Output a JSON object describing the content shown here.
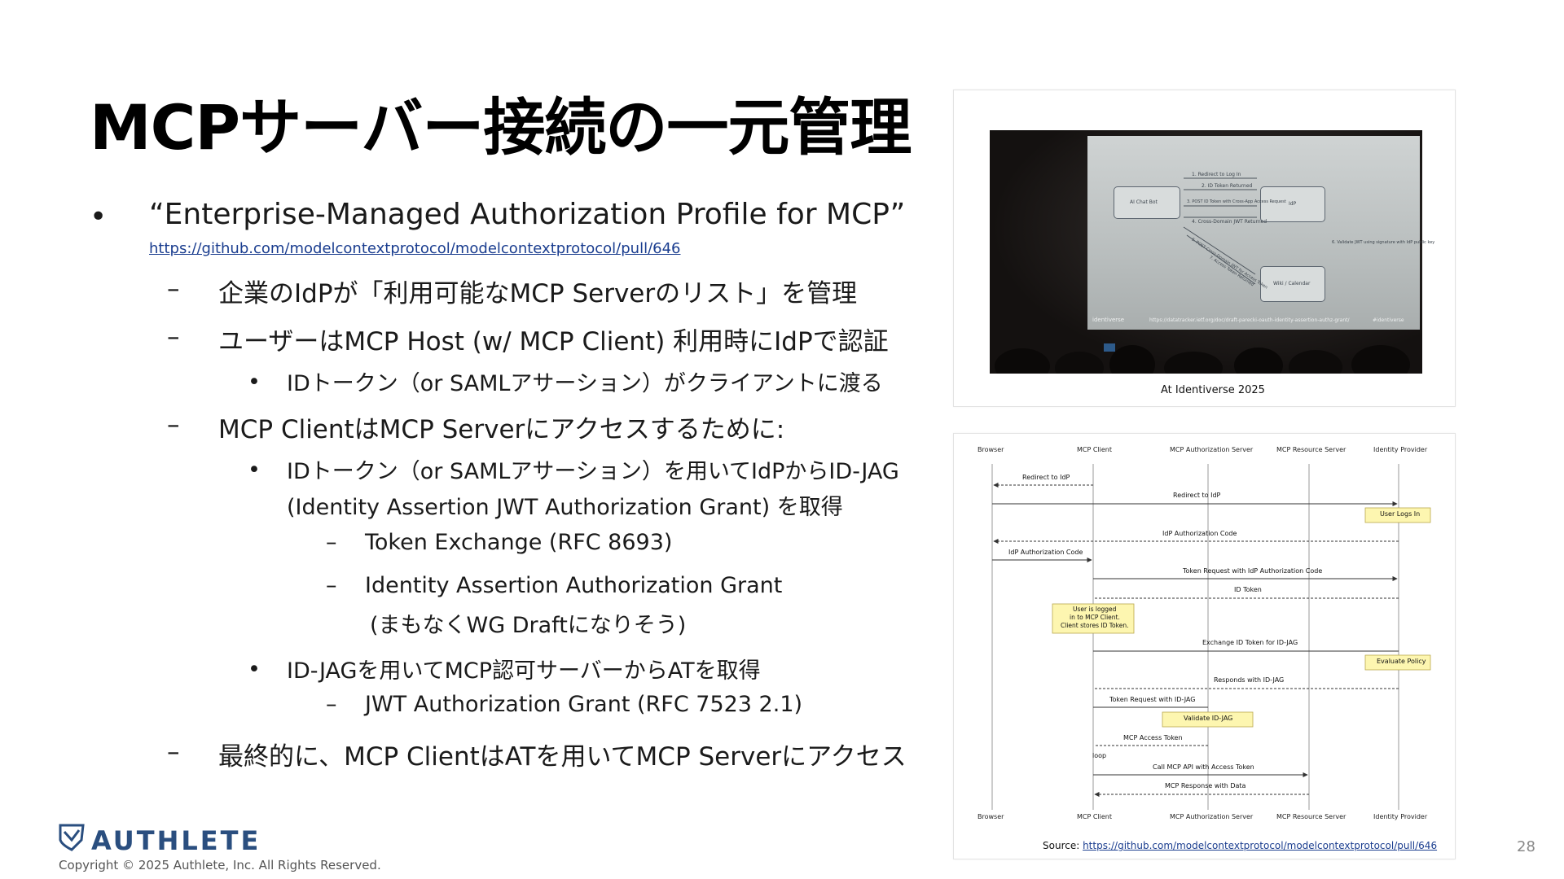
{
  "slide": {
    "title": "MCPサーバー接続の一元管理",
    "page_number": "28",
    "copyright": "Copyright © 2025 Authlete, Inc. All Rights Reserved.",
    "logo_text": "AUTHLETE",
    "markers": {
      "l1": "•",
      "l2": "–",
      "l3": "•",
      "l4": "–"
    }
  },
  "bullets": {
    "b1": "“Enterprise-Managed Authorization Profile for MCP”",
    "b1_link": "https://github.com/modelcontextprotocol/modelcontextprotocol/pull/646",
    "b2": "企業のIdPが「利用可能なMCP Serverのリスト」を管理",
    "b3": "ユーザーはMCP Host (w/ MCP Client) 利用時にIdPで認証",
    "b4": "IDトークン（or SAMLアサーション）がクライアントに渡る",
    "b5": "MCP ClientはMCP Serverにアクセスするために:",
    "b6_line1": "IDトークン（or SAMLアサーション）を用いてIdPからID-JAG",
    "b6_line2": "(Identity Assertion JWT Authorization Grant) を取得",
    "b7": "Token Exchange (RFC 8693)",
    "b8_line1": "Identity Assertion Authorization Grant",
    "b8_line2": "(まもなくWG Draftになりそう)",
    "b9": "ID-JAGを用いてMCP認可サーバーからATを取得",
    "b10": "JWT Authorization Grant (RFC 7523 2.1)",
    "b11": "最終的に、MCP ClientはATを用いてMCP Serverにアクセス"
  },
  "photo": {
    "caption": "At Identiverse 2025",
    "screen": {
      "box_ai": "AI Chat Bot",
      "box_idp": "IdP",
      "box_wiki": "Wiki / Calendar",
      "step1": "1. Redirect to Log In",
      "step2": "2. ID Token Returned",
      "step3": "3. POST ID Token with Cross-App Access Request",
      "step4": "4. Cross-Domain JWT Returned",
      "step5": "5. POST Cross-Domain JWT for Access Token",
      "step6": "6. Validate JWT using signature with IdP public key",
      "step7": "7. Access Token Returned",
      "url": "https://datatracker.ietf.org/doc/draft-parecki-oauth-identity-assertion-authz-grant/",
      "brand": "identiverse",
      "hashtag": "#identiverse"
    }
  },
  "sequence": {
    "participants": [
      "Browser",
      "MCP Client",
      "MCP Authorization Server",
      "MCP Resource Server",
      "Identity Provider"
    ],
    "messages": {
      "m1": "Redirect to IdP",
      "m2": "Redirect to IdP",
      "m3": "IdP Authorization Code",
      "m4": "IdP Authorization Code",
      "m5": "Token Request with IdP Authorization Code",
      "m6": "ID Token",
      "m7": "Exchange ID Token for ID-JAG",
      "m8": "Responds with ID-JAG",
      "m9": "Token Request with ID-JAG",
      "m10": "MCP Access Token",
      "m11": "Call MCP API with Access Token",
      "m12": "MCP Response with Data"
    },
    "notes": {
      "user_logs_in": "User Logs In",
      "user_logged_line1": "User is logged",
      "user_logged_line2": "in to MCP Client.",
      "user_logged_line3": "Client stores ID Token.",
      "evaluate_policy": "Evaluate Policy",
      "validate_idjag": "Validate ID-JAG"
    },
    "loop_label": "loop",
    "source_label": "Source: ",
    "source_link": "https://github.com/modelcontextprotocol/modelcontextprotocol/pull/646"
  }
}
